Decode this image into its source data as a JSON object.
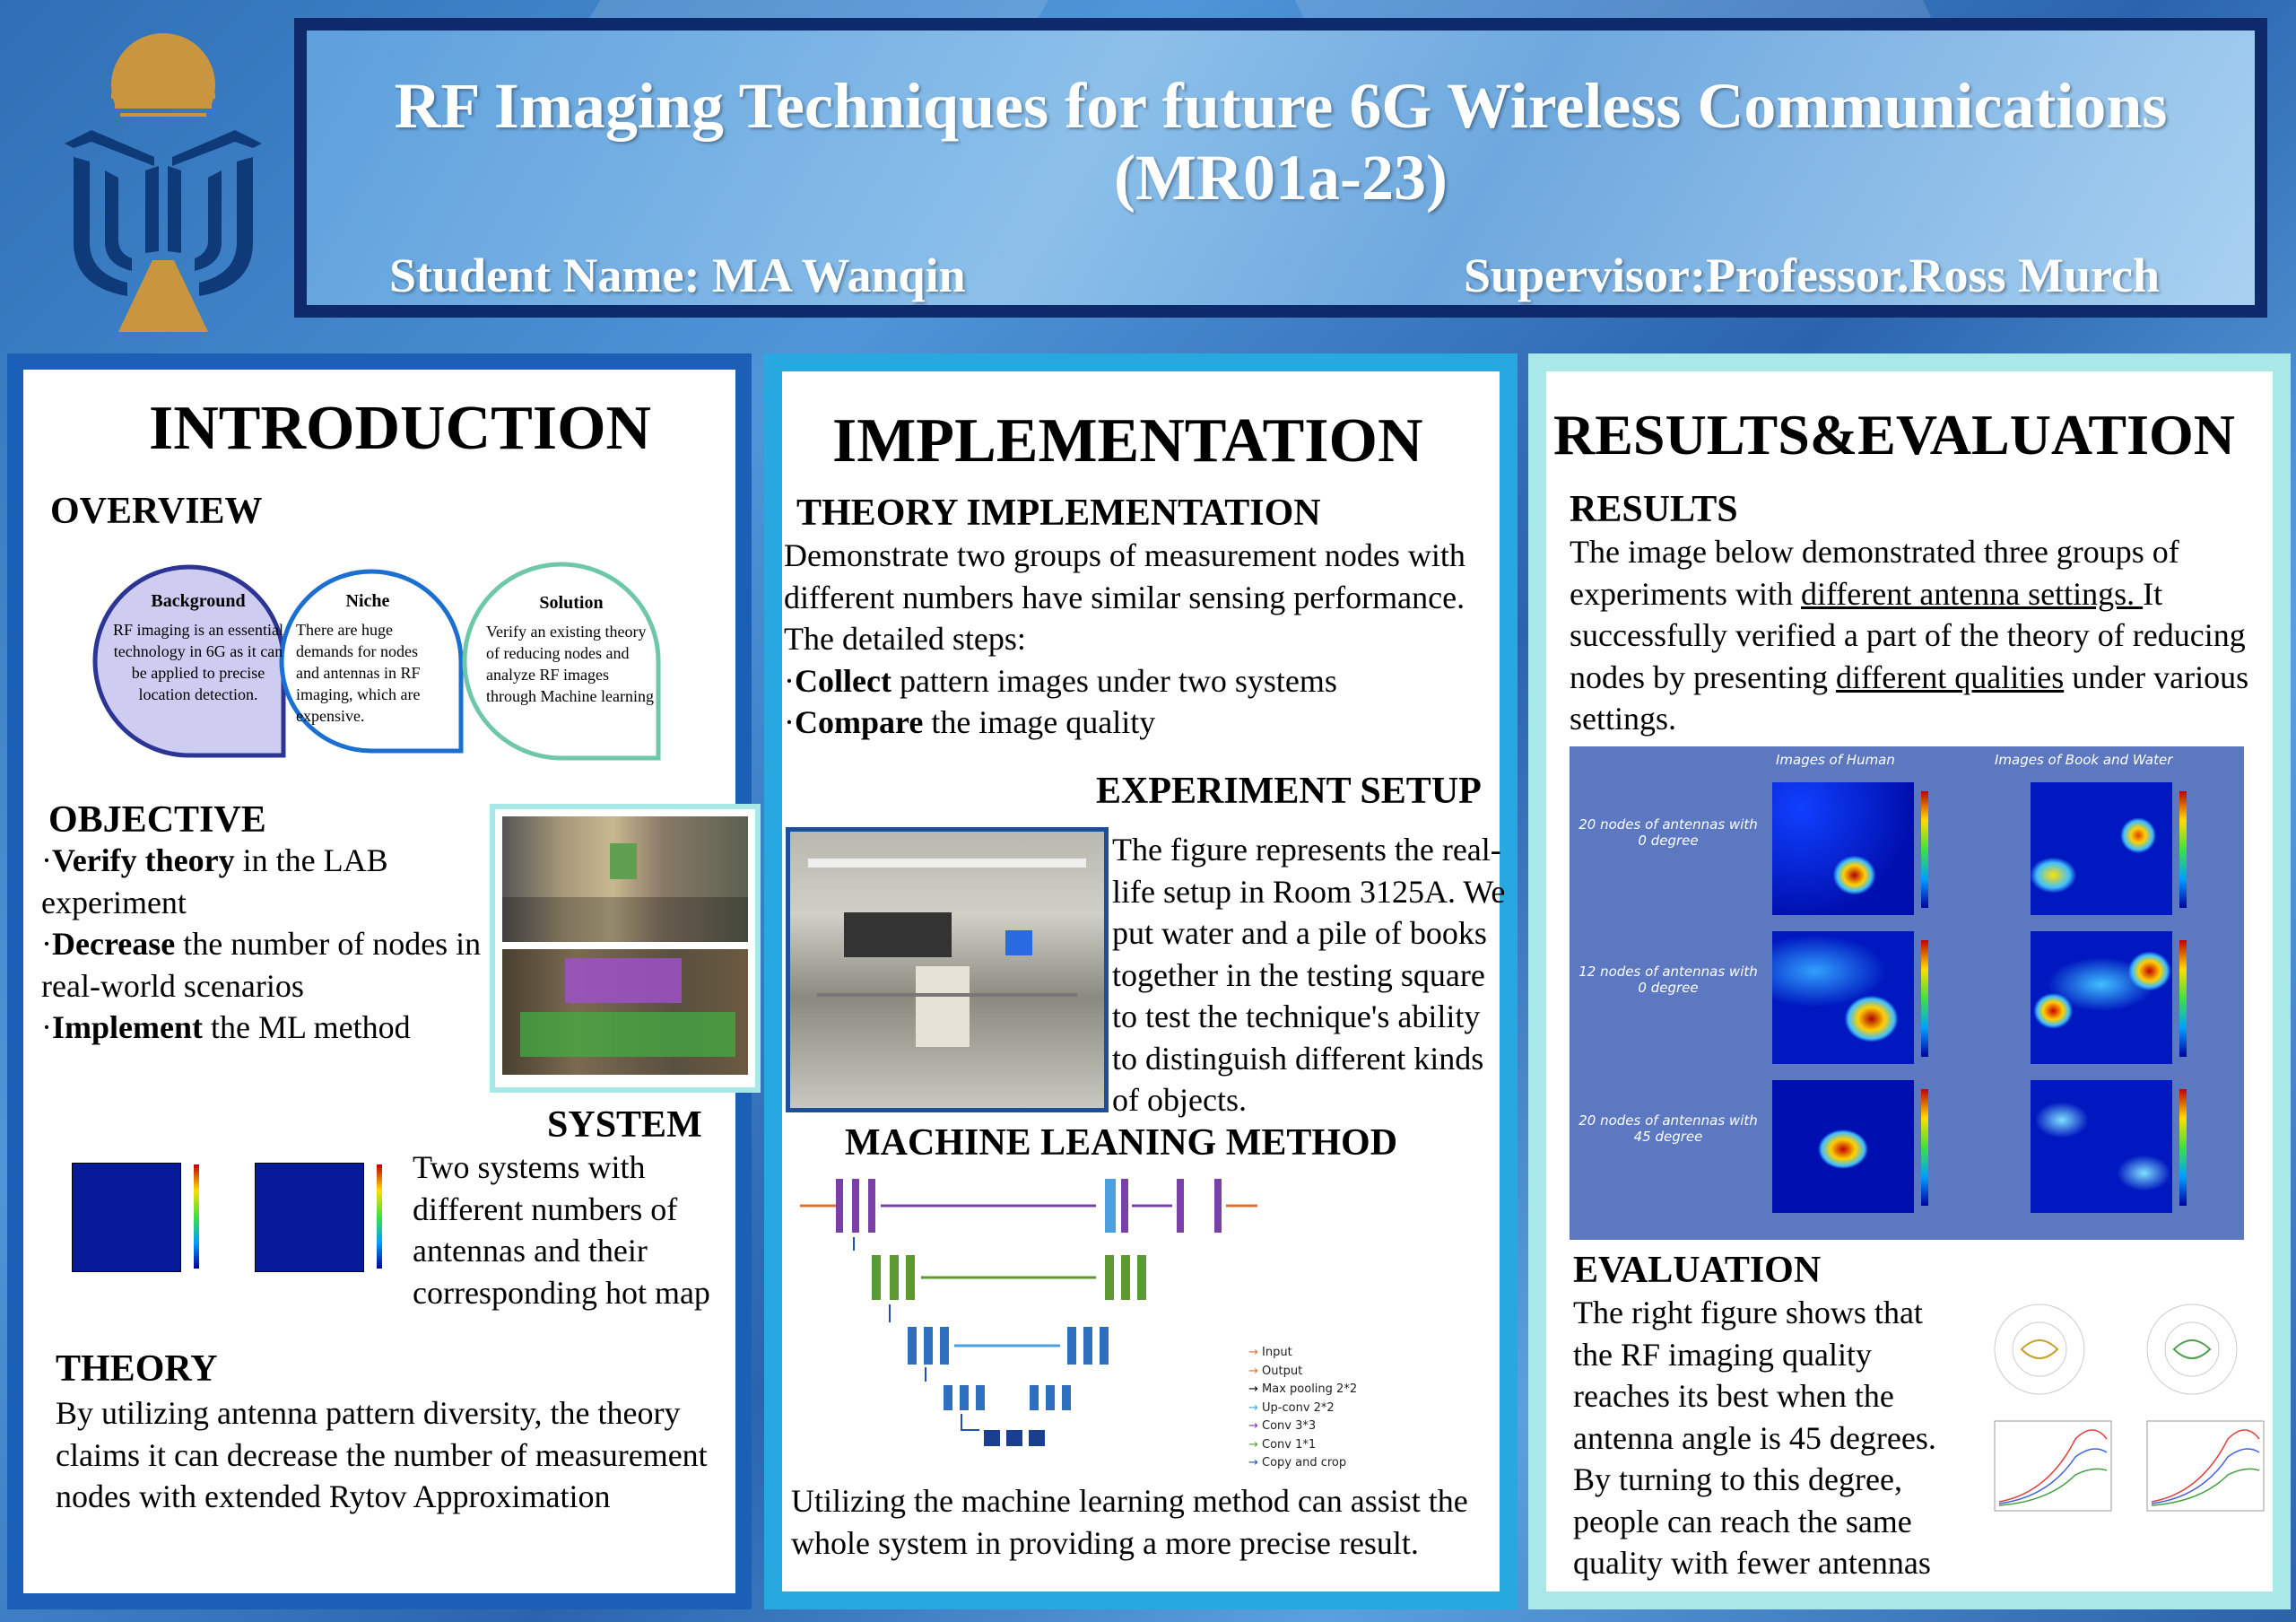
{
  "header": {
    "title_line1": "RF Imaging Techniques for future 6G Wireless Communications",
    "title_line2": "(MR01a-23)",
    "student": "Student Name: MA Wanqin",
    "supervisor": "Supervisor:Professor.Ross Murch",
    "logo_icon": "university-logo-icon"
  },
  "colors": {
    "navy": "#0e2a6b",
    "panel_border": "#1b5fb6",
    "cyan": "#28a8e0",
    "mint": "#a8e8e8",
    "gold": "#c9953f"
  },
  "intro": {
    "heading": "INTRODUCTION",
    "overview": {
      "heading": "OVERVIEW",
      "bubbles": [
        {
          "title": "Background",
          "text": "RF imaging is an essential technology in 6G as it can be applied to precise location detection."
        },
        {
          "title": "Niche",
          "text": "There are huge demands for nodes and antennas in RF imaging, which are expensive."
        },
        {
          "title": "Solution",
          "text": "Verify an existing theory of reducing nodes and analyze RF images through Machine learning"
        }
      ]
    },
    "objective": {
      "heading": "OBJECTIVE",
      "items": [
        {
          "bold": "Verify theory",
          "rest": " in the LAB experiment"
        },
        {
          "bold": "Decrease",
          "rest": " the number of nodes in real-world scenarios"
        },
        {
          "bold": "Implement",
          "rest": " the ML method"
        }
      ]
    },
    "system": {
      "heading": "SYSTEM",
      "text": "Two systems with different numbers of antennas and their corresponding hot map"
    },
    "theory": {
      "heading": "THEORY",
      "text": "By utilizing antenna pattern diversity, the theory claims it can decrease the number of measurement nodes with extended Rytov Approximation"
    }
  },
  "impl": {
    "heading": "IMPLEMENTATION",
    "theory_impl": {
      "heading": "THEORY IMPLEMENTATION",
      "text": "Demonstrate two groups of measurement nodes with different numbers have similar sensing performance. The detailed steps:",
      "steps": [
        {
          "bold": "Collect",
          "rest": " pattern images under two systems"
        },
        {
          "bold": "Compare",
          "rest": " the image quality"
        }
      ]
    },
    "setup": {
      "heading": "EXPERIMENT SETUP",
      "text": "The figure represents the real-life setup in Room 3125A. We put water and a pile of books together in the testing square to test the technique's ability to distinguish different kinds of objects."
    },
    "ml": {
      "heading": "MACHINE LEANING METHOD",
      "legend": [
        "Input",
        "Output",
        "Max pooling 2*2",
        "Up-conv 2*2",
        "Conv 3*3",
        "Conv 1*1",
        "Copy and crop"
      ],
      "text": "Utilizing the machine learning method can assist the whole system in providing a more precise result."
    }
  },
  "results": {
    "heading": "RESULTS&EVALUATION",
    "results_heading": "RESULTS",
    "results_pre": "The image below demonstrated three groups of experiments with ",
    "results_u1": "different antenna settings. ",
    "results_mid": "It successfully verified a part of the theory of reducing nodes by presenting ",
    "results_u2": "different qualities",
    "results_post": " under various settings.",
    "grid": {
      "col_human": "Images of Human",
      "col_book": "Images of Book and Water",
      "rows": [
        "20 nodes of antennas with 0 degree",
        "12 nodes of antennas with 0 degree",
        "20 nodes of antennas with 45 degree"
      ]
    },
    "eval_heading": "EVALUATION",
    "eval_text": "The right figure shows that the RF imaging quality reaches its best when the antenna angle is 45 degrees. By turning to this degree, people can reach the same quality with fewer antennas"
  }
}
